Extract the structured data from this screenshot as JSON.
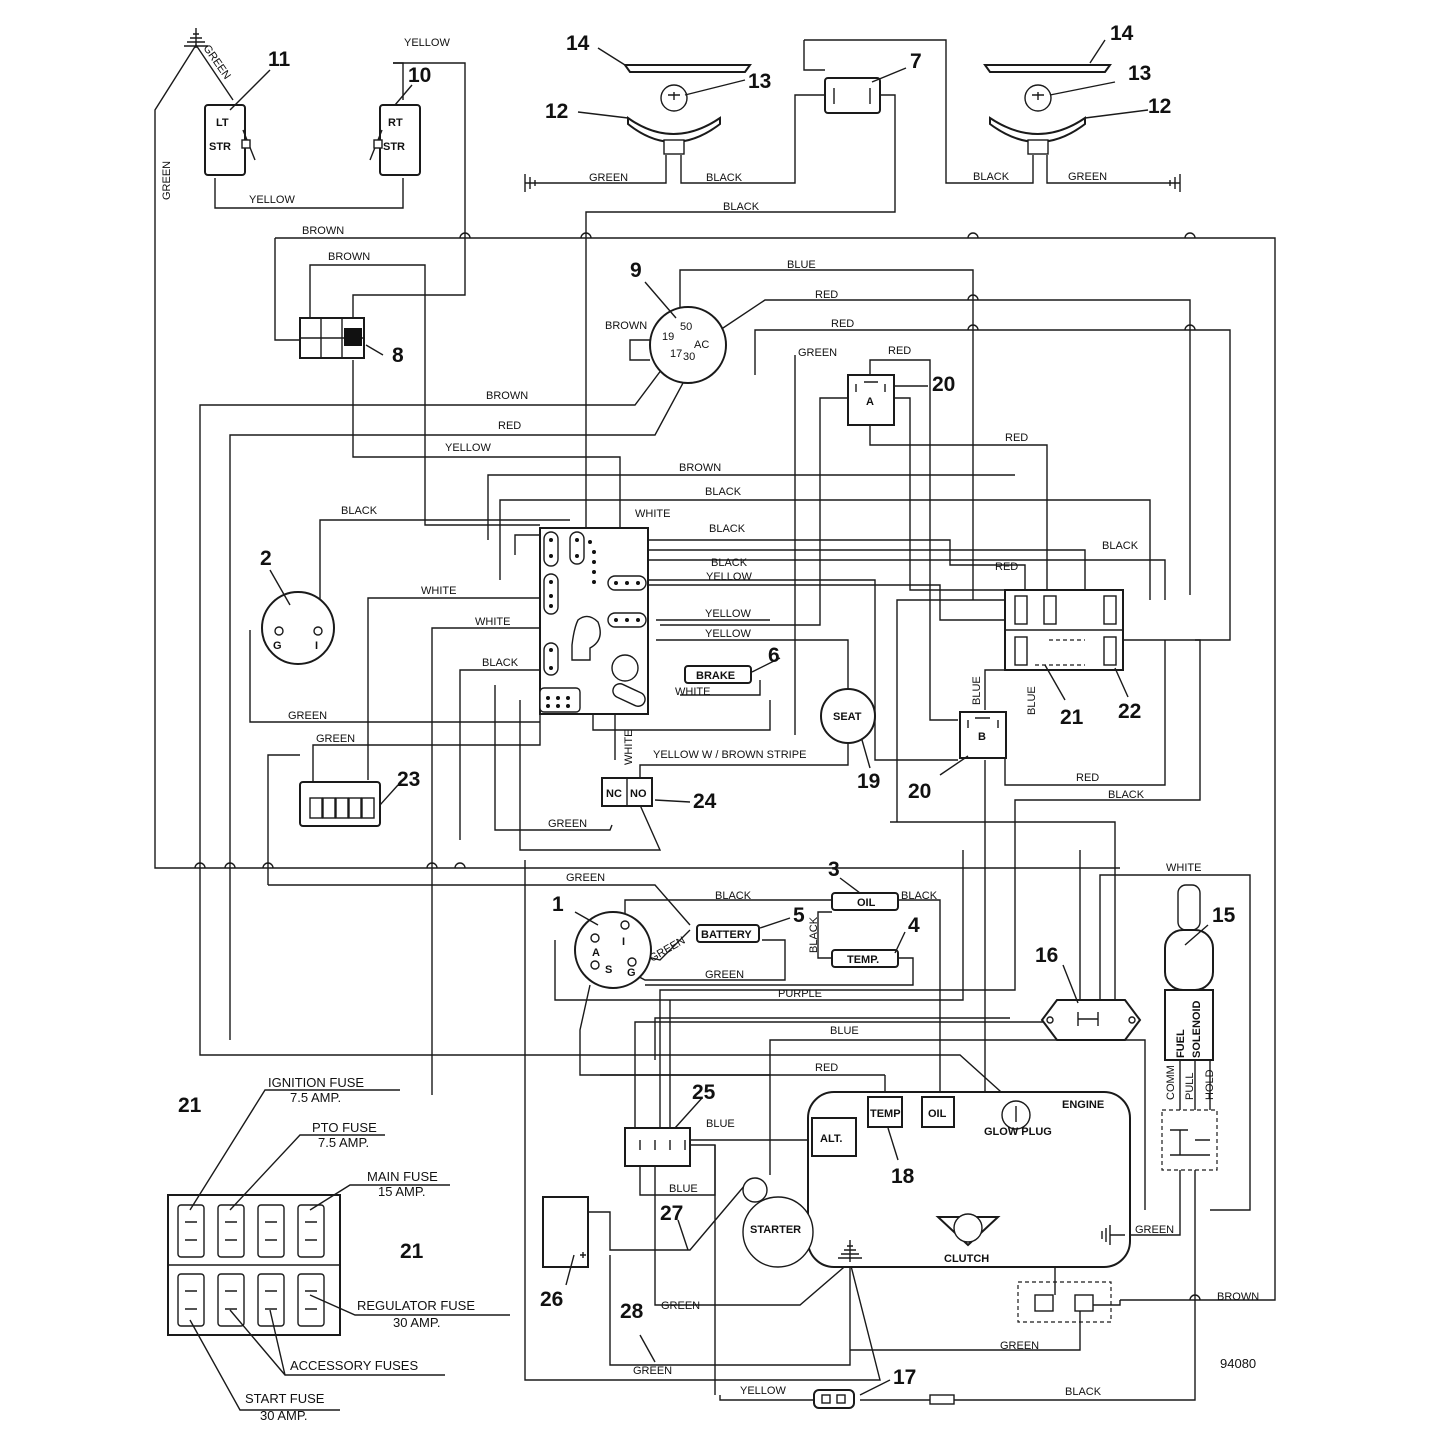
{
  "callouts": {
    "n1": "1",
    "n2": "2",
    "n3": "3",
    "n4": "4",
    "n5": "5",
    "n6": "6",
    "n7": "7",
    "n8": "8",
    "n9": "9",
    "n10": "10",
    "n11": "11",
    "n12": "12",
    "n13": "13",
    "n14": "14",
    "n15": "15",
    "n16": "16",
    "n17": "17",
    "n18": "18",
    "n19": "19",
    "n20": "20",
    "n21": "21",
    "n22": "22",
    "n23": "23",
    "n24": "24",
    "n25": "25",
    "n26": "26",
    "n27": "27",
    "n28": "28"
  },
  "components": {
    "lt_str_1": "LT",
    "lt_str_2": "STR",
    "rt_str_1": "RT",
    "rt_str_2": "STR",
    "relay_a": "A",
    "relay_b": "B",
    "seat": "SEAT",
    "brake": "BRAKE",
    "battery": "BATTERY",
    "oil_sensor": "OIL",
    "temp_sensor": "TEMP.",
    "nc": "NC",
    "no": "NO",
    "alt": "ALT.",
    "temp": "TEMP",
    "oil": "OIL",
    "glow_plug": "GLOW PLUG",
    "engine": "ENGINE",
    "starter": "STARTER",
    "clutch": "CLUTCH",
    "fuel_solenoid_1": "FUEL",
    "fuel_solenoid_2": "SOLENOID",
    "comm": "COMM",
    "pull": "PULL",
    "hold": "HOLD",
    "sw_19": "19",
    "sw_50": "50",
    "sw_17": "17",
    "sw_30": "30",
    "sw_ac": "AC",
    "pto_g": "G",
    "pto_i": "I",
    "key_a": "A",
    "key_s": "S",
    "key_i": "I",
    "key_g": "G"
  },
  "fuse_labels": {
    "ignition": "IGNITION FUSE",
    "ignition_amp": "7.5 AMP.",
    "pto": "PTO FUSE",
    "pto_amp": "7.5 AMP.",
    "main": "MAIN FUSE",
    "main_amp": "15 AMP.",
    "regulator": "REGULATOR FUSE",
    "regulator_amp": "30 AMP.",
    "accessory": "ACCESSORY FUSES",
    "start": "START FUSE",
    "start_amp": "30 AMP."
  },
  "wires": {
    "green_ant": "GREEN",
    "yellow_top": "YELLOW",
    "green_left": "GREEN",
    "yellow_str": "YELLOW",
    "green_hl_l": "GREEN",
    "black_hl_l": "BLACK",
    "black_hl_r": "BLACK",
    "green_hl_r": "GREEN",
    "black_7": "BLACK",
    "brown_1": "BROWN",
    "brown_2": "BROWN",
    "blue_top": "BLUE",
    "red_1": "RED",
    "red_2": "RED",
    "brown_sw": "BROWN",
    "green_20": "GREEN",
    "red_20": "RED",
    "brown_mid": "BROWN",
    "red_mid": "RED",
    "yellow_mid": "YELLOW",
    "red_right": "RED",
    "brown_mod": "BROWN",
    "black_mod1": "BLACK",
    "black_left": "BLACK",
    "white_mod": "WHITE",
    "black_mod2": "BLACK",
    "black_mod3": "BLACK",
    "yellow_mod1": "YELLOW",
    "black_22": "BLACK",
    "red_21": "RED",
    "white_2": "WHITE",
    "white_3": "WHITE",
    "yellow_mod2": "YELLOW",
    "yellow_mod3": "YELLOW",
    "black_mod4": "BLACK",
    "white_brake": "WHITE",
    "green_2": "GREEN",
    "green_23": "GREEN",
    "white_24": "WHITE",
    "yellow_brown": "YELLOW W / BROWN STRIPE",
    "blue_20a": "BLUE",
    "blue_20b": "BLUE",
    "red_low": "RED",
    "black_low": "BLACK",
    "green_24": "GREEN",
    "white_15": "WHITE",
    "green_bat": "GREEN",
    "black_bat": "BLACK",
    "black_oil": "BLACK",
    "black_5": "BLACK",
    "green_key": "GREEN",
    "green_key2": "GREEN",
    "purple": "PURPLE",
    "blue_eng": "BLUE",
    "red_eng": "RED",
    "blue_25": "BLUE",
    "blue_25b": "BLUE",
    "green_eng": "GREEN",
    "green_28": "GREEN",
    "green_clutch": "GREEN",
    "green_bot": "GREEN",
    "brown_bot": "BROWN",
    "yellow_bot": "YELLOW",
    "black_bot": "BLACK"
  },
  "drawing_number": "94080"
}
